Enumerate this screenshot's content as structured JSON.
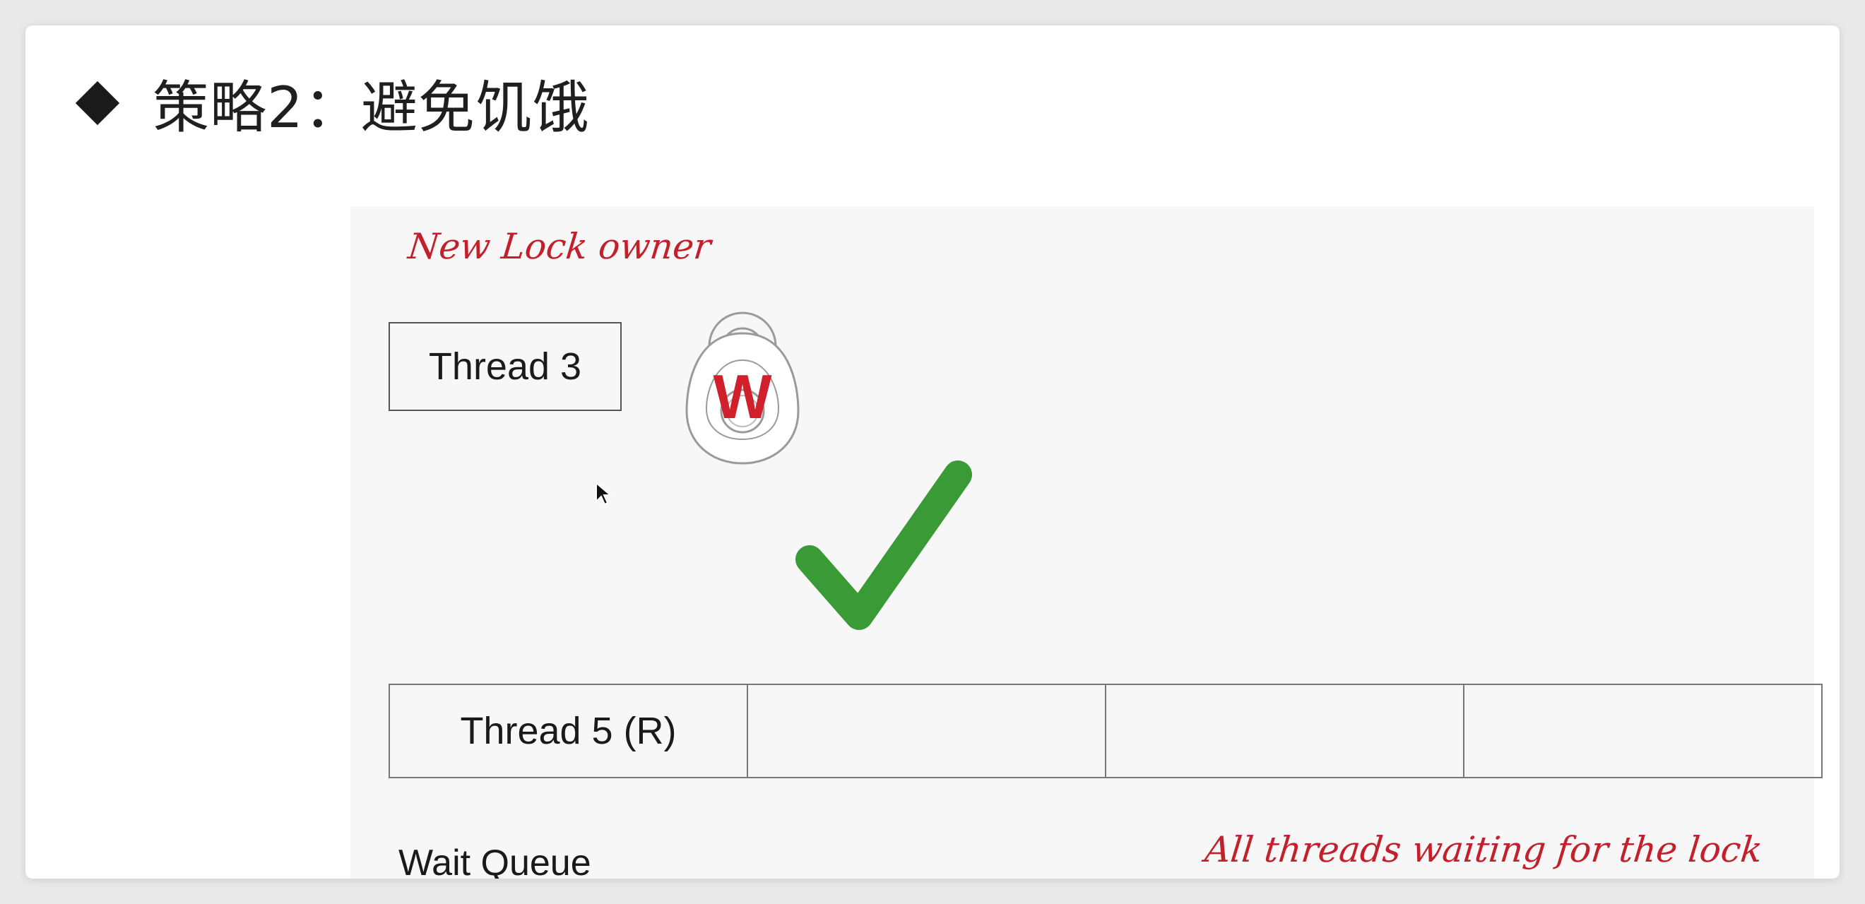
{
  "slide": {
    "title": "策略2：避免饥饿"
  },
  "diagram": {
    "owner_annotation": "New Lock owner",
    "lock_owner": "Thread 3",
    "lock_letter": "W",
    "queue_cells": [
      "Thread 5 (R)",
      "",
      "",
      ""
    ],
    "queue_label": "Wait Queue",
    "queue_annotation": "All threads waiting for the lock"
  },
  "icons": {
    "bullet": "diamond-bullet-icon",
    "lock": "padlock-icon",
    "check": "checkmark-icon",
    "cursor": "mouse-cursor-icon"
  },
  "colors": {
    "annotation_red": "#c2202b",
    "check_green": "#3a9a35",
    "text": "#1a1a1a"
  }
}
